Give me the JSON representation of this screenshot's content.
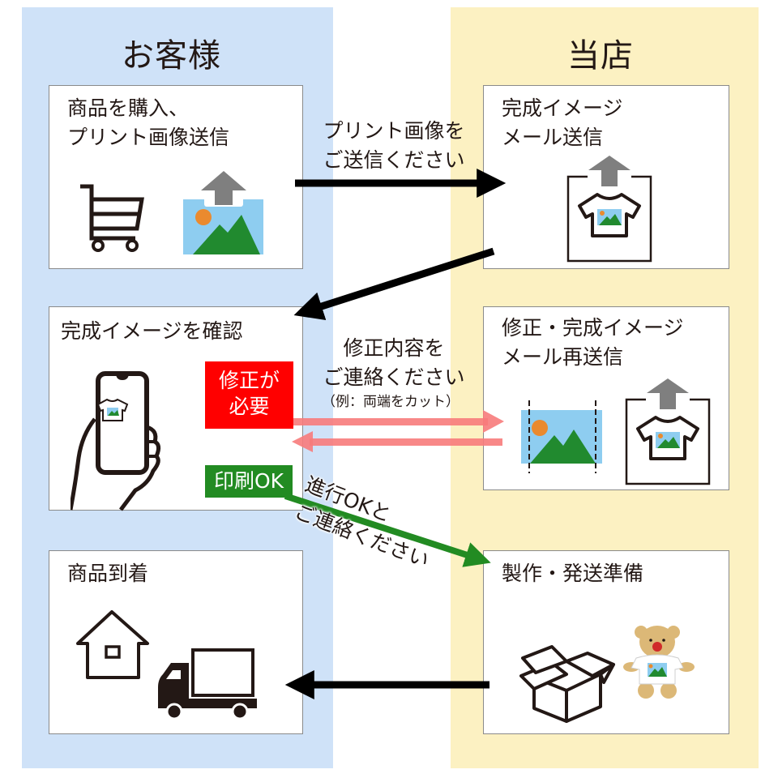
{
  "columns": {
    "customer": {
      "title": "お客様",
      "color": "#cfe2f8"
    },
    "shop": {
      "title": "当店",
      "color": "#fcf1c2"
    }
  },
  "steps": {
    "purchase": {
      "title": "商品を購入、\nプリント画像送信",
      "icons": [
        "shopping-cart-icon",
        "image-upload-icon"
      ]
    },
    "preview_send": {
      "title": "完成イメージ\nメール送信",
      "icons": [
        "tshirt-upload-icon"
      ]
    },
    "confirm": {
      "title": "完成イメージを確認",
      "icons": [
        "smartphone-in-hand-icon"
      ]
    },
    "revise_resend": {
      "title": "修正・完成イメージ\nメール再送信",
      "icons": [
        "cropped-image-icon",
        "tshirt-upload-icon"
      ]
    },
    "arrival": {
      "title": "商品到着",
      "icons": [
        "house-icon",
        "delivery-truck-icon"
      ]
    },
    "production": {
      "title": "製作・発送準備",
      "icons": [
        "open-box-icon",
        "teddy-bear-tshirt-icon"
      ]
    }
  },
  "badges": {
    "needs_fix": {
      "label": "修正が\n必要",
      "color": "#ff0000"
    },
    "print_ok": {
      "label": "印刷OK",
      "color": "#228b22"
    }
  },
  "flows": {
    "send_image": {
      "label": "プリント画像を\nご送信ください",
      "color": "#000000"
    },
    "fix_request": {
      "label": "修正内容を\nご連絡ください",
      "note": "（例：両端をカット）",
      "color": "#f77b7b"
    },
    "approve": {
      "label": "進行OKと\nご連絡ください",
      "color": "#228b22"
    }
  },
  "colors": {
    "sky": "#8ecdf0",
    "mountain": "#218a2f",
    "sun": "#ea8a2e",
    "upload_arrow": "#7f7f7f",
    "bear": "#dcb877",
    "bear_nose": "#d02a2a"
  }
}
